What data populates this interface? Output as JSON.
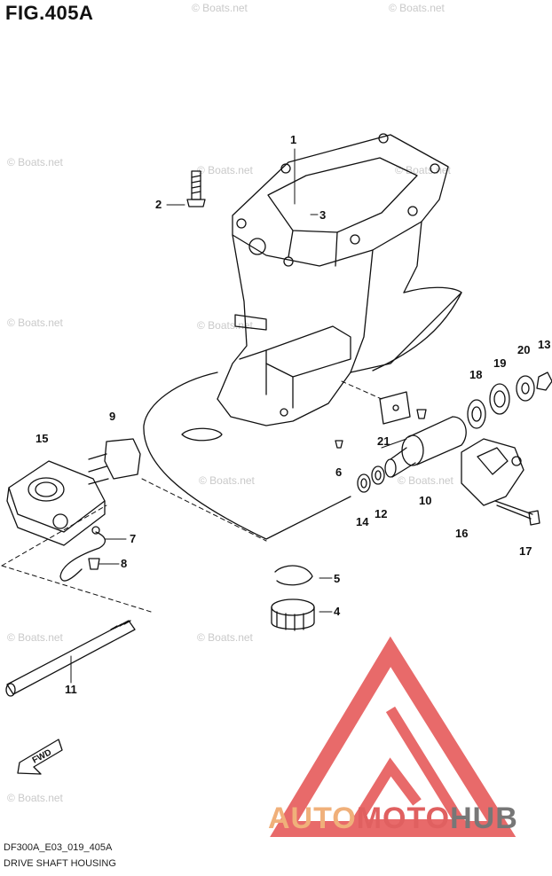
{
  "figure": {
    "title": "FIG.405A"
  },
  "watermark_text": "© Boats.net",
  "watermarks": [
    "© Boats.net",
    "© Boats.net",
    "© Boats.net",
    "© Boats.net",
    "© Boats.net",
    "© Boats.net",
    "© Boats.net",
    "© Boats.net",
    "© Boats.net",
    "© Boats.net",
    "© Boats.net",
    "© Boats.net"
  ],
  "callouts": [
    "1",
    "2",
    "3",
    "4",
    "5",
    "6",
    "7",
    "8",
    "9",
    "10",
    "11",
    "12",
    "13",
    "14",
    "15",
    "16",
    "17",
    "18",
    "19",
    "20",
    "21"
  ],
  "fwd_label": "FWD",
  "footer": {
    "code": "DF300A_E03_019_405A",
    "caption": "DRIVE SHAFT HOUSING"
  },
  "brand": {
    "part1": "AUTO",
    "part2": "MOTO",
    "part3": "HUB"
  },
  "colors": {
    "logo_triangle": "#e86a6a",
    "line": "#111111",
    "watermark": "#c9c9c9"
  }
}
